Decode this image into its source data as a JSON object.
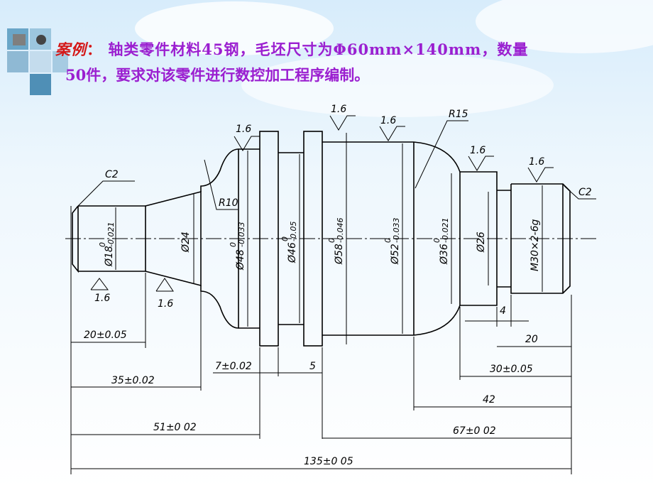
{
  "title": {
    "lead": "案例",
    "colon": "：",
    "line1": "轴类零件材料45钢，毛坯尺寸为Φ60mm×140mm，数量",
    "line2": "50件，要求对该零件进行数控加工程序编制。"
  },
  "drawing": {
    "chamfer_left": "C2",
    "chamfer_right": "C2",
    "radius_r10": "R10",
    "radius_r15": "R15",
    "roughness": "1.6",
    "diameters": {
      "d18": "Ø18",
      "d18_tol": "0",
      "d18_tol2": "-0.021",
      "d24": "Ø24",
      "d48": "Ø48",
      "d48_tol": "0",
      "d48_tol2": "-0.033",
      "d46": "Ø46",
      "d46_tol": "0",
      "d46_tol2": "-0.05",
      "d58": "Ø58",
      "d58_tol": "0",
      "d58_tol2": "-0.046",
      "d52": "Ø52",
      "d52_tol": "0",
      "d52_tol2": "-0.033",
      "d36": "Ø36",
      "d36_tol": "0",
      "d36_tol2": "-0.021",
      "d26": "Ø26",
      "m30": "M30×2-6g"
    },
    "lengths": {
      "l20": "20±0.05",
      "l35": "35±0.02",
      "l51": "51±0 02",
      "l135": "135±0 05",
      "l7": "7±0.02",
      "l5": "5",
      "l4": "4",
      "l20r": "20",
      "l30": "30±0.05",
      "l42": "42",
      "l67": "67±0 02"
    }
  },
  "colors": {
    "title": "#9b1fd0",
    "lead": "#d41818",
    "line": "#000000"
  }
}
